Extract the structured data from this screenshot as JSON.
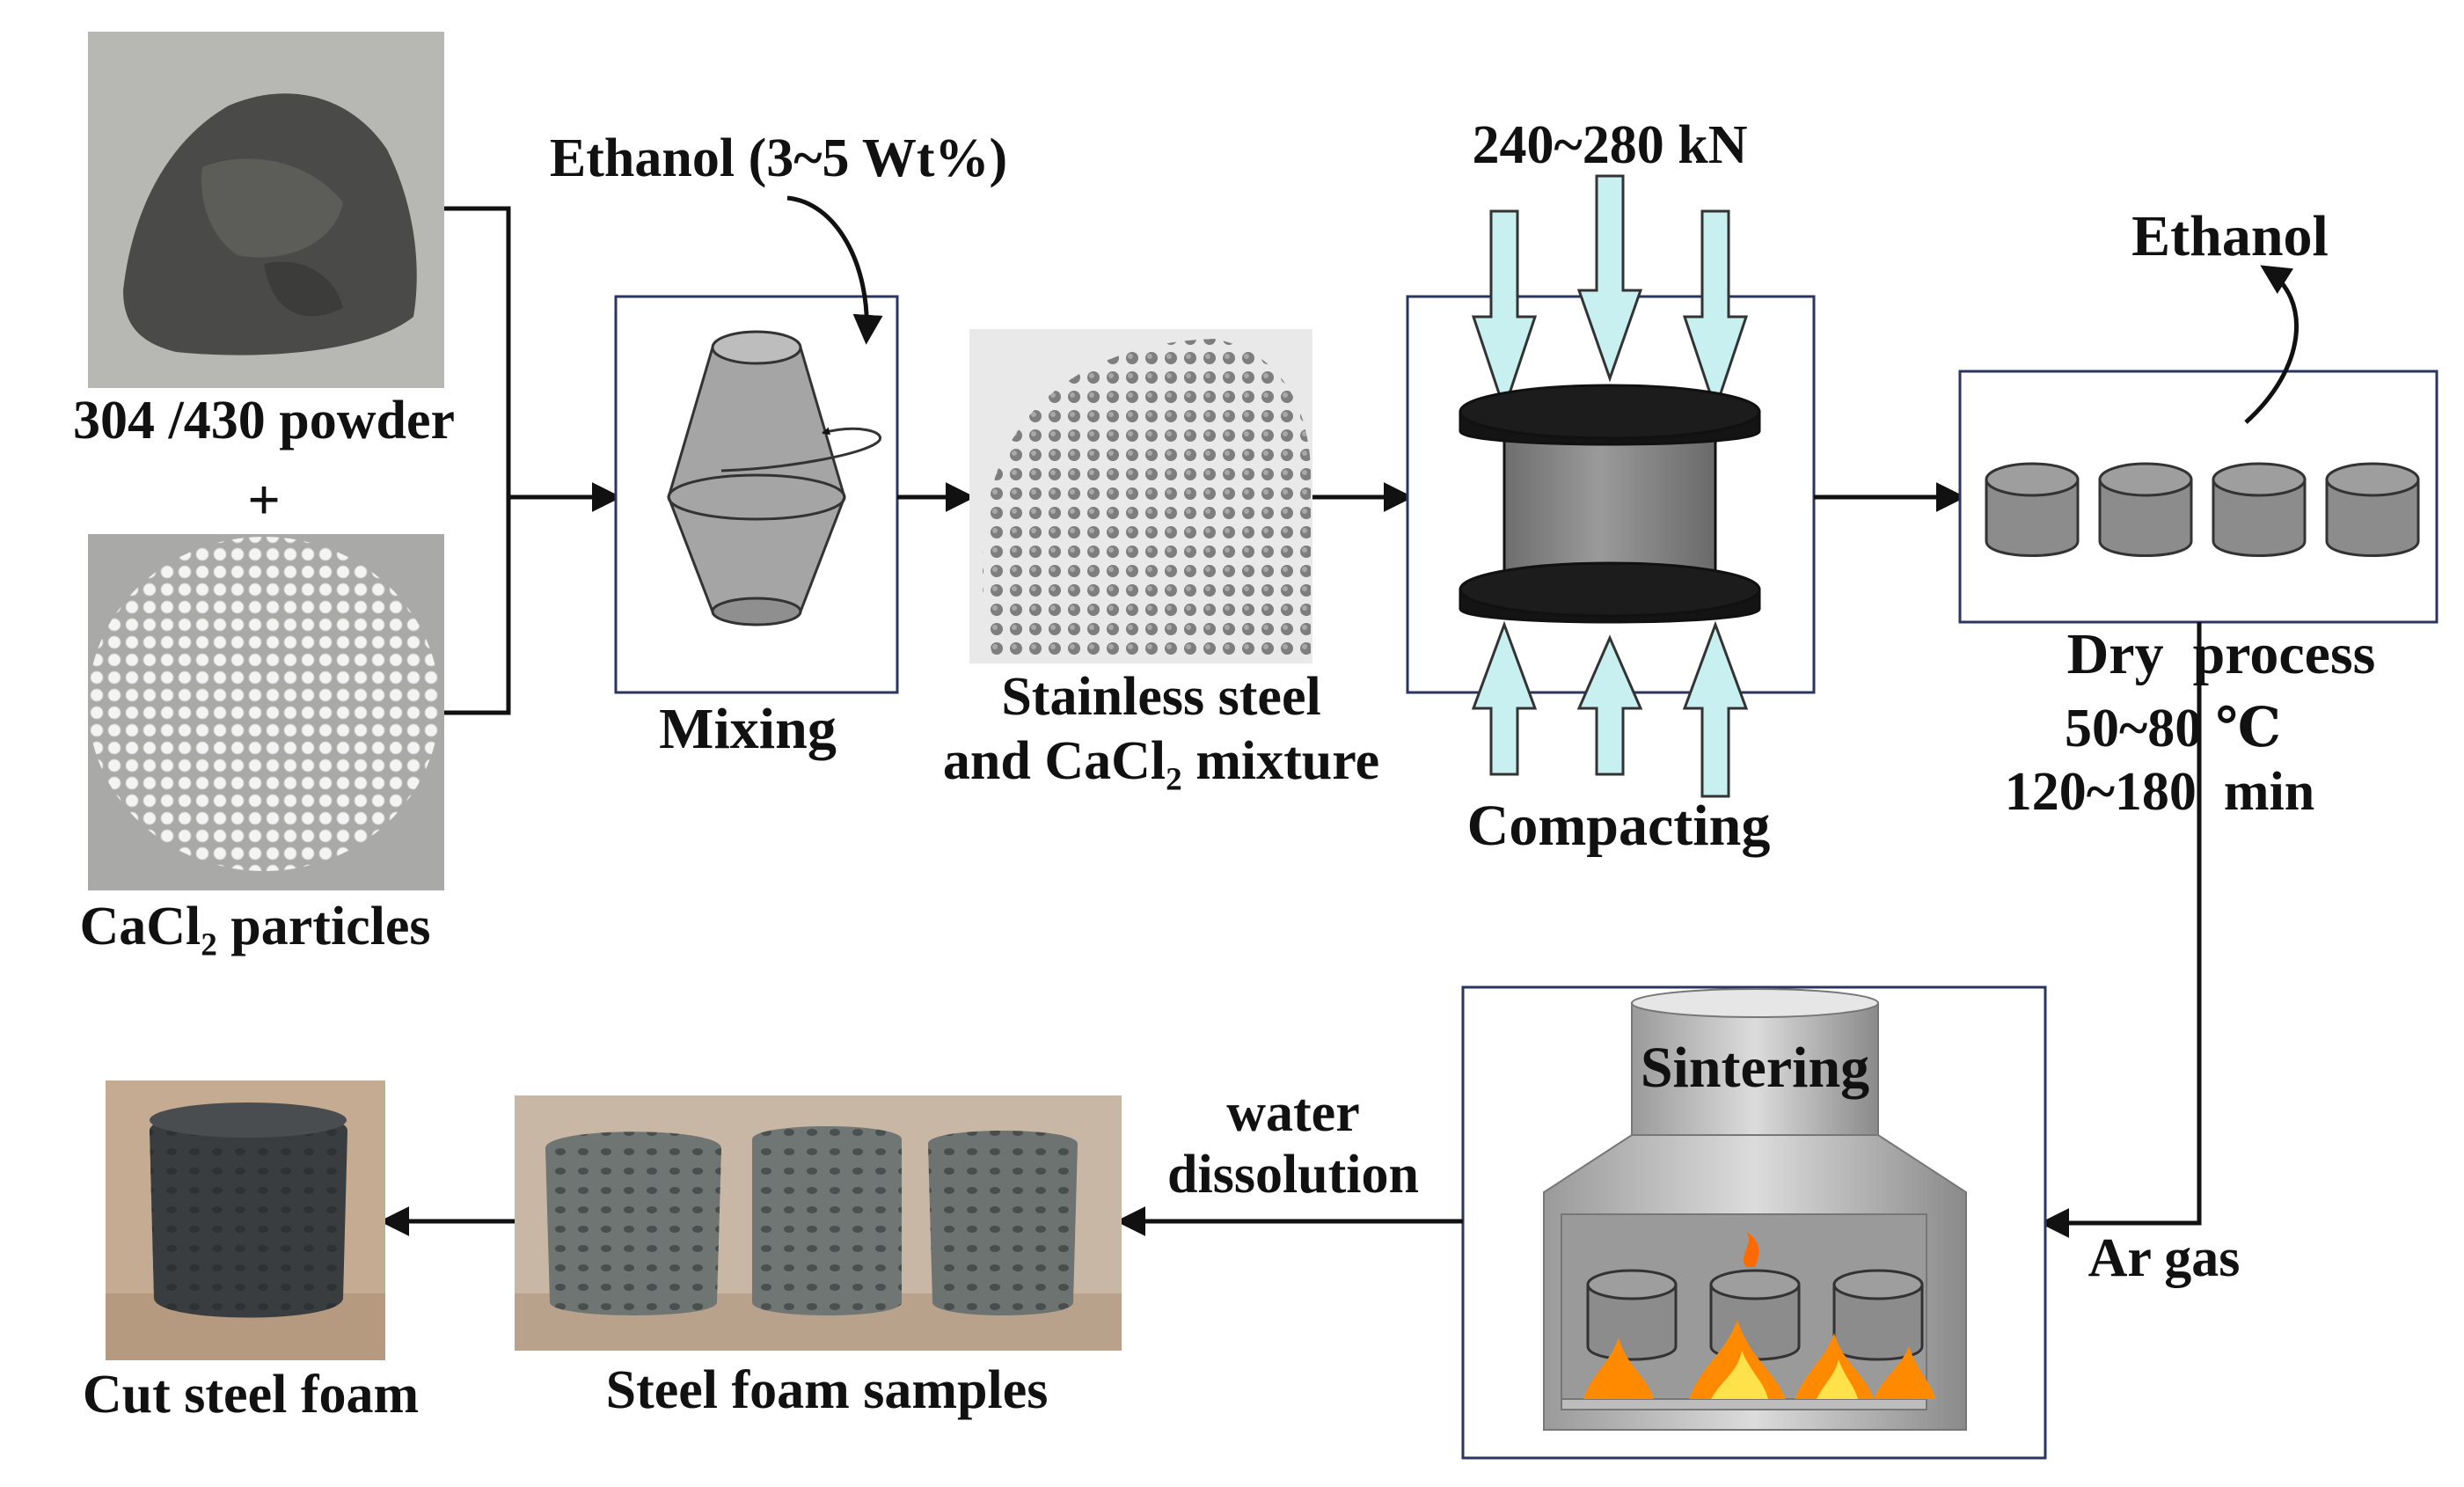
{
  "labels": {
    "powder": "304 /430 powder",
    "plus": "+",
    "cacl2_particles": "CaCl₂ particles",
    "ethanol_in": "Ethanol (3~5 Wt%)",
    "mixing": "Mixing",
    "mixture_line1": "Stainless steel",
    "mixture_line2": "and CaCl₂ mixture",
    "force": "240~280 kN",
    "compacting": "Compacting",
    "ethanol_out": "Ethanol",
    "dry_process": "Dry  process",
    "dry_temp": "50~80 ℃",
    "dry_time": "120~180  min",
    "sintering": "Sintering",
    "ar_gas": "Ar gas",
    "water_line1": "water",
    "water_line2": "dissolution",
    "foam_samples": "Steel foam samples",
    "cut_foam": "Cut steel foam"
  },
  "colors": {
    "force_arrow": "#c8f0f0",
    "plate": "#141414",
    "cylinder": "#8c8c8c",
    "box_border": "#2a3560",
    "arrow": "#111111",
    "flame": "#ff8a00"
  }
}
